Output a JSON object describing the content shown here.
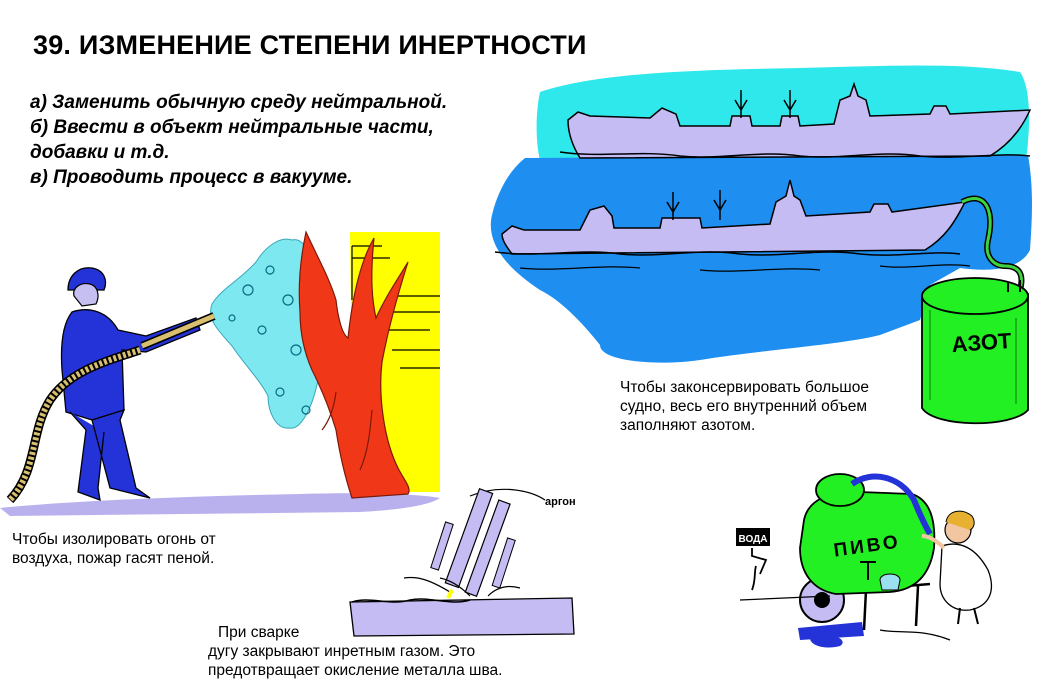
{
  "title": "39. ИЗМЕНЕНИЕ СТЕПЕНИ ИНЕРТНОСТИ",
  "principles": [
    "а) Заменить обычную среду нейтральной.",
    "б) Ввести в объект нейтральные части,",
    "добавки и т.д.",
    "в) Проводить процесс в вакууме."
  ],
  "captions": {
    "fire": [
      "Чтобы изолировать огонь от",
      "воздуха, пожар гасят пеной."
    ],
    "ship": [
      "Чтобы законсервировать большое",
      "судно, весь его внутренний объем",
      "заполняют азотом."
    ],
    "weld": [
      "При сварке",
      "дугу закрывают инретным газом. Это",
      "предотвращает окисление металла шва."
    ]
  },
  "labels": {
    "argon": "аргон",
    "nitrogen_tank": "АЗОТ",
    "beer_tank": "ПИВО",
    "water_sign": "ВОДА"
  },
  "colors": {
    "sky": "#2ee8ec",
    "sea": "#1e8ff0",
    "ship": "#c4bcf2",
    "tank_green": "#22f022",
    "flame": "#f03818",
    "wall_yellow": "#ffff00",
    "firefighter": "#2433d8",
    "foam": "#7ee8f0",
    "ground": "#b9b1ee"
  }
}
